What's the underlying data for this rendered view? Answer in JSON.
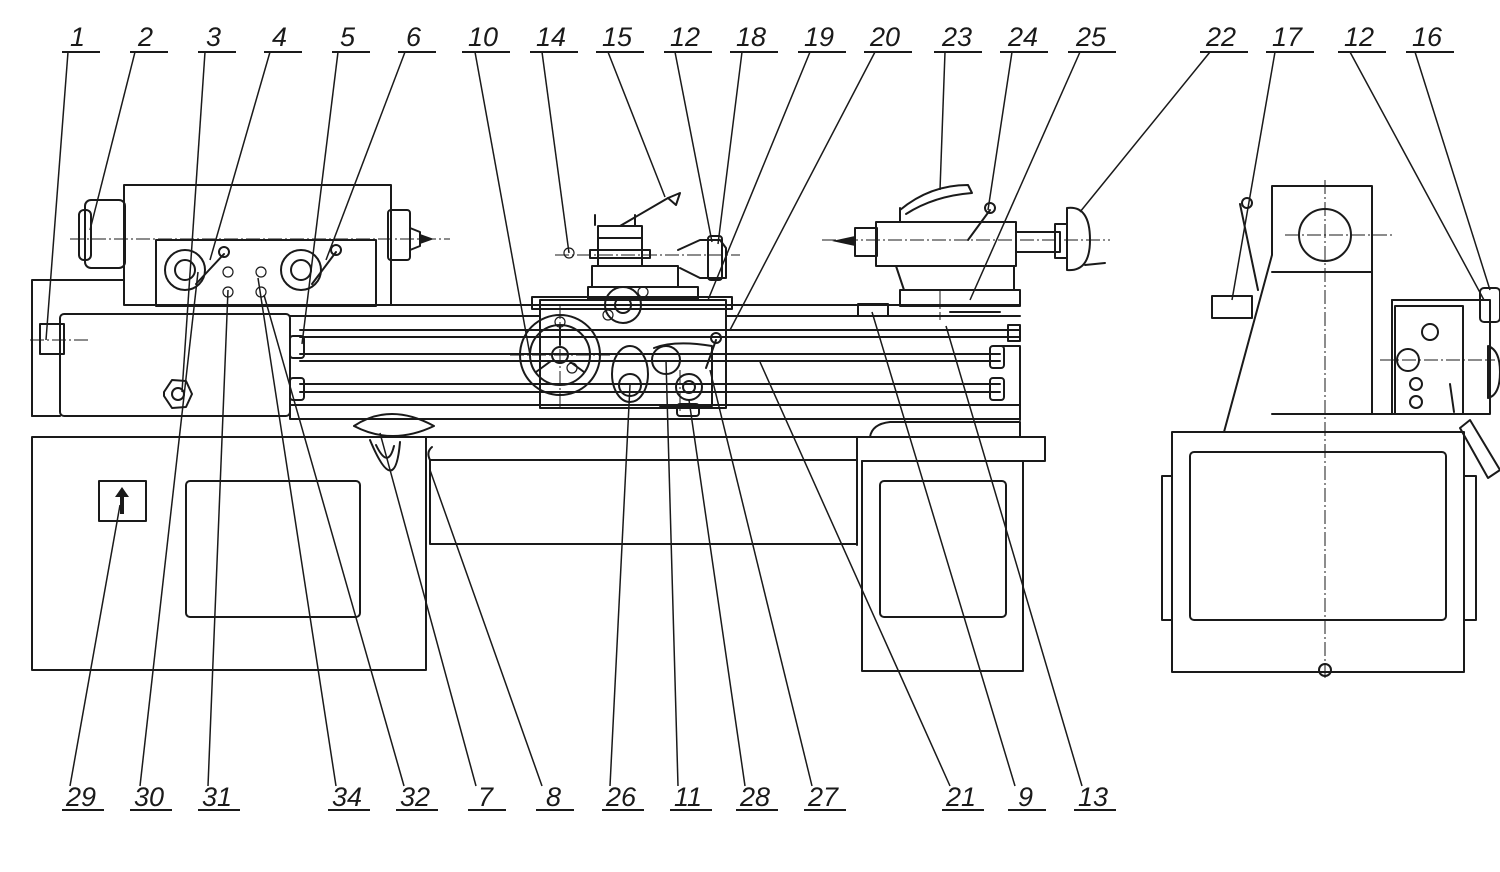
{
  "top_labels": [
    {
      "id": "t-1",
      "text": "1"
    },
    {
      "id": "t-2",
      "text": "2"
    },
    {
      "id": "t-3",
      "text": "3"
    },
    {
      "id": "t-4",
      "text": "4"
    },
    {
      "id": "t-5",
      "text": "5"
    },
    {
      "id": "t-6",
      "text": "6"
    },
    {
      "id": "t-10",
      "text": "10"
    },
    {
      "id": "t-14",
      "text": "14"
    },
    {
      "id": "t-15",
      "text": "15"
    },
    {
      "id": "t-12a",
      "text": "12"
    },
    {
      "id": "t-18",
      "text": "18"
    },
    {
      "id": "t-19",
      "text": "19"
    },
    {
      "id": "t-20",
      "text": "20"
    },
    {
      "id": "t-23",
      "text": "23"
    },
    {
      "id": "t-24",
      "text": "24"
    },
    {
      "id": "t-25",
      "text": "25"
    },
    {
      "id": "t-22",
      "text": "22"
    },
    {
      "id": "t-17",
      "text": "17"
    },
    {
      "id": "t-12b",
      "text": "12"
    },
    {
      "id": "t-16",
      "text": "16"
    }
  ],
  "bottom_labels": [
    {
      "id": "b-29",
      "text": "29"
    },
    {
      "id": "b-30",
      "text": "30"
    },
    {
      "id": "b-31",
      "text": "31"
    },
    {
      "id": "b-34",
      "text": "34"
    },
    {
      "id": "b-32",
      "text": "32"
    },
    {
      "id": "b-7",
      "text": "7"
    },
    {
      "id": "b-8",
      "text": "8"
    },
    {
      "id": "b-26",
      "text": "26"
    },
    {
      "id": "b-11",
      "text": "11"
    },
    {
      "id": "b-28",
      "text": "28"
    },
    {
      "id": "b-27",
      "text": "27"
    },
    {
      "id": "b-21",
      "text": "21"
    },
    {
      "id": "b-9",
      "text": "9"
    },
    {
      "id": "b-13",
      "text": "13"
    }
  ]
}
